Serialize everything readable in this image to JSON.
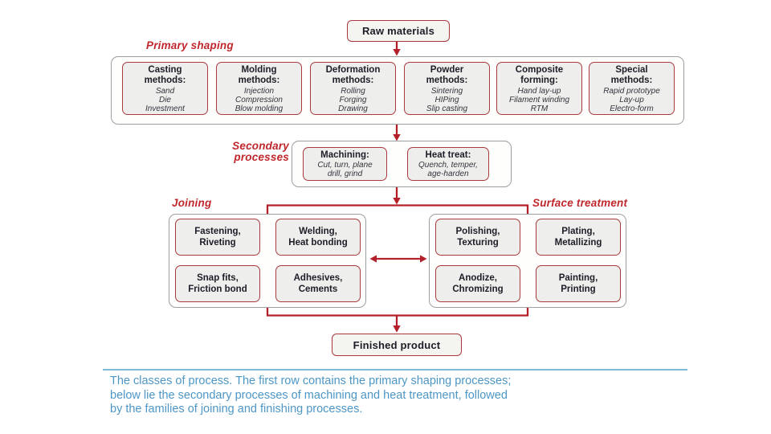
{
  "slide": {
    "nodes": {
      "raw": "Raw materials",
      "finished": "Finished product"
    },
    "primary": {
      "label": "Primary shaping",
      "boxes": [
        {
          "t1": "Casting",
          "t2": "methods:",
          "i1": "Sand",
          "i2": "Die",
          "i3": "Investment"
        },
        {
          "t1": "Molding",
          "t2": "methods:",
          "i1": "Injection",
          "i2": "Compression",
          "i3": "Blow molding"
        },
        {
          "t1": "Deformation",
          "t2": "methods:",
          "i1": "Rolling",
          "i2": "Forging",
          "i3": "Drawing"
        },
        {
          "t1": "Powder",
          "t2": "methods:",
          "i1": "Sintering",
          "i2": "HIPing",
          "i3": "Slip casting"
        },
        {
          "t1": "Composite",
          "t2": "forming:",
          "i1": "Hand lay-up",
          "i2": "Filament winding",
          "i3": "RTM"
        },
        {
          "t1": "Special",
          "t2": "methods:",
          "i1": "Rapid prototype",
          "i2": "Lay-up",
          "i3": "Electro-form"
        }
      ]
    },
    "secondary": {
      "label1": "Secondary",
      "label2": "processes",
      "boxes": [
        {
          "t": "Machining:",
          "i1": "Cut, turn, plane",
          "i2": "drill, grind"
        },
        {
          "t": "Heat treat:",
          "i1": "Quench, temper,",
          "i2": "age-harden"
        }
      ]
    },
    "joining": {
      "label": "Joining",
      "boxes": [
        {
          "l1": "Fastening,",
          "l2": "Riveting"
        },
        {
          "l1": "Welding,",
          "l2": "Heat bonding"
        },
        {
          "l1": "Snap fits,",
          "l2": "Friction bond"
        },
        {
          "l1": "Adhesives,",
          "l2": "Cements"
        }
      ]
    },
    "surface": {
      "label": "Surface treatment",
      "boxes": [
        {
          "l1": "Polishing,",
          "l2": "Texturing"
        },
        {
          "l1": "Plating,",
          "l2": "Metallizing"
        },
        {
          "l1": "Anodize,",
          "l2": "Chromizing"
        },
        {
          "l1": "Painting,",
          "l2": "Printing"
        }
      ]
    },
    "caption": {
      "line1": "The classes of process. The first row contains the primary shaping processes;",
      "line2": "below lie the secondary processes of machining and heat treatment, followed",
      "line3": "by the families of joining and finishing processes."
    }
  },
  "colors": {
    "process_box_border": "#a93a3e",
    "process_box_fill": "#eeeeec",
    "group_box_border": "#9aa0a2",
    "arrow_red": "#b3202a",
    "label_red": "#c0272d",
    "node_text": "#1d1d27",
    "caption_blue": "#4d96c5",
    "caption_rule_blue": "#7db9da"
  }
}
